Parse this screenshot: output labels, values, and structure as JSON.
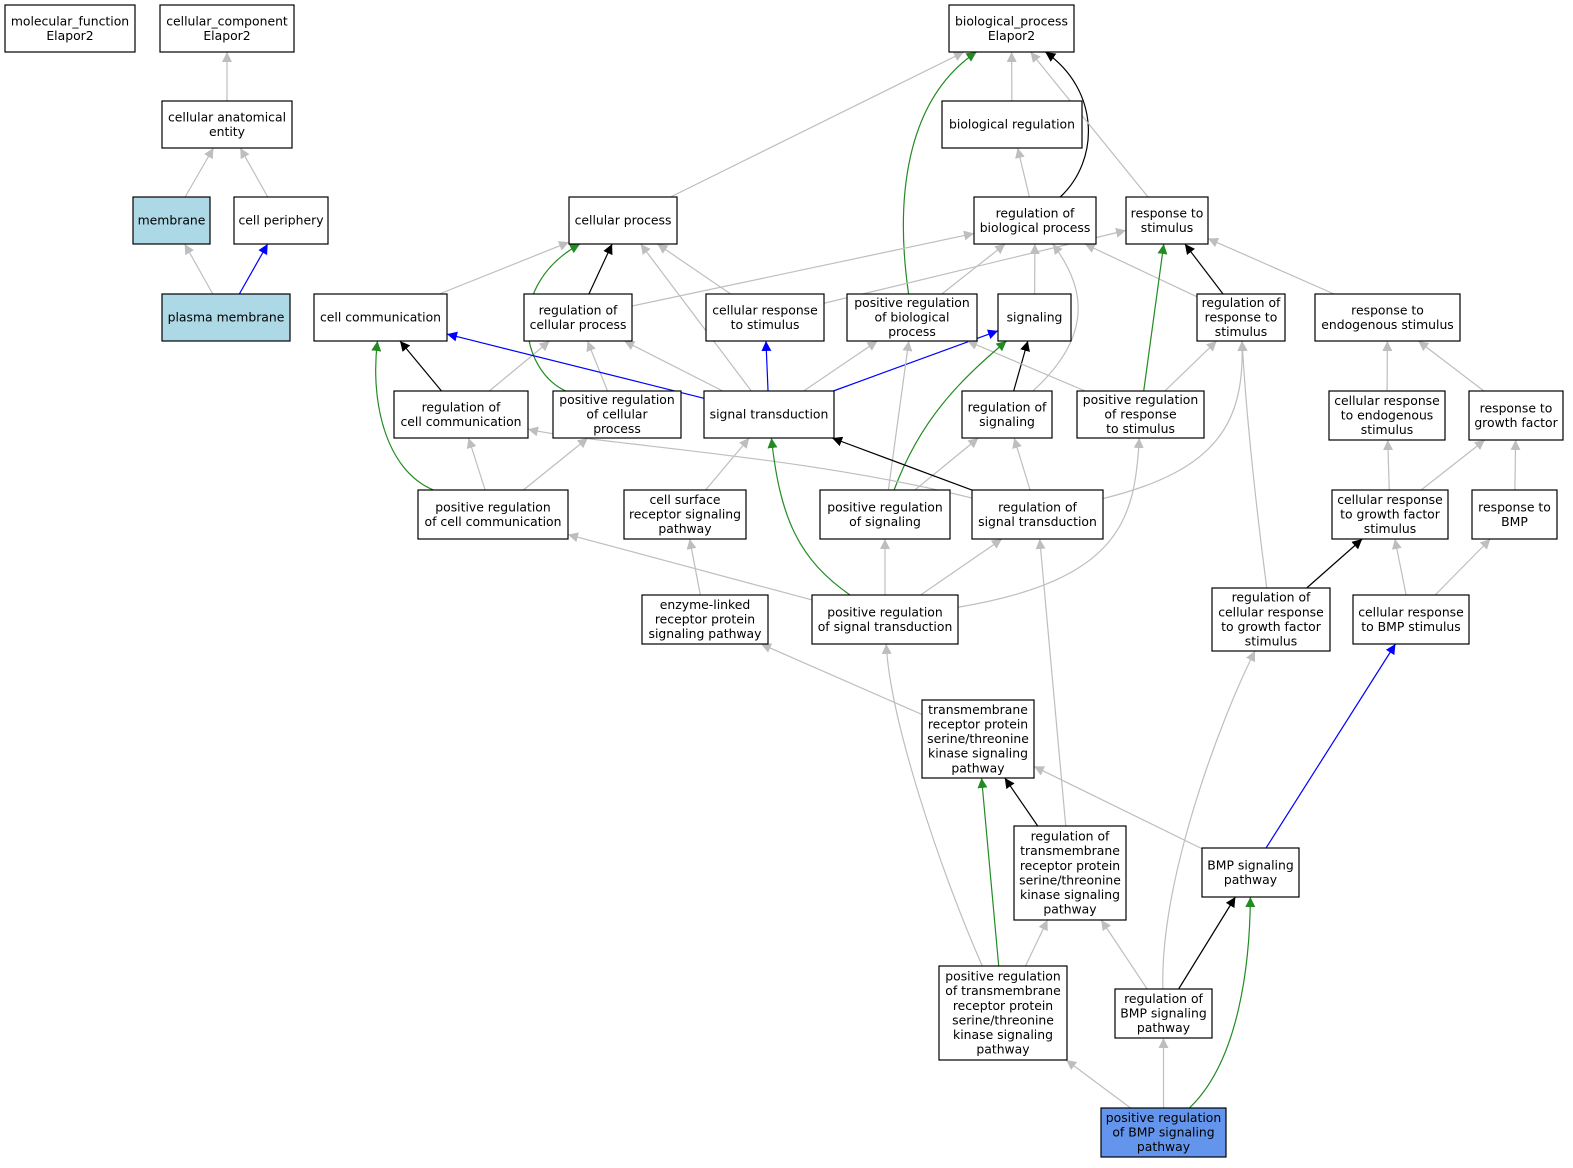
{
  "colors": {
    "default_fill": "#ffffff",
    "annotated_fill": "#add8e6",
    "query_fill": "#6495ed",
    "is_a": "#bebebe",
    "part_of": "#0000ff",
    "regulates": "#000000",
    "positively_regulates": "#228b22"
  },
  "nodes": [
    {
      "id": "mf",
      "lines": [
        "molecular_function",
        "Elapor2"
      ],
      "fill": "default"
    },
    {
      "id": "cc",
      "lines": [
        "cellular_component",
        "Elapor2"
      ],
      "fill": "default"
    },
    {
      "id": "bp",
      "lines": [
        "biological_process",
        "Elapor2"
      ],
      "fill": "default"
    },
    {
      "id": "cae",
      "lines": [
        "cellular anatomical",
        "entity"
      ],
      "fill": "default"
    },
    {
      "id": "breg",
      "lines": [
        "biological regulation"
      ],
      "fill": "default"
    },
    {
      "id": "membrane",
      "lines": [
        "membrane"
      ],
      "fill": "annotated"
    },
    {
      "id": "cellper",
      "lines": [
        "cell periphery"
      ],
      "fill": "default"
    },
    {
      "id": "cellproc",
      "lines": [
        "cellular process"
      ],
      "fill": "default"
    },
    {
      "id": "regbp",
      "lines": [
        "regulation of",
        "biological process"
      ],
      "fill": "default"
    },
    {
      "id": "resp",
      "lines": [
        "response to",
        "stimulus"
      ],
      "fill": "default"
    },
    {
      "id": "pm",
      "lines": [
        "plasma membrane"
      ],
      "fill": "annotated"
    },
    {
      "id": "cellcomm",
      "lines": [
        "cell communication"
      ],
      "fill": "default"
    },
    {
      "id": "regcp",
      "lines": [
        "regulation of",
        "cellular process"
      ],
      "fill": "default"
    },
    {
      "id": "cresp",
      "lines": [
        "cellular response",
        "to stimulus"
      ],
      "fill": "default"
    },
    {
      "id": "posregbp",
      "lines": [
        "positive regulation",
        "of biological",
        "process"
      ],
      "fill": "default"
    },
    {
      "id": "signaling",
      "lines": [
        "signaling"
      ],
      "fill": "default"
    },
    {
      "id": "regresp",
      "lines": [
        "regulation of",
        "response to",
        "stimulus"
      ],
      "fill": "default"
    },
    {
      "id": "endo",
      "lines": [
        "response to",
        "endogenous stimulus"
      ],
      "fill": "default"
    },
    {
      "id": "regcc",
      "lines": [
        "regulation of",
        "cell communication"
      ],
      "fill": "default"
    },
    {
      "id": "posregcp",
      "lines": [
        "positive regulation",
        "of cellular",
        "process"
      ],
      "fill": "default"
    },
    {
      "id": "st",
      "lines": [
        "signal transduction"
      ],
      "fill": "default"
    },
    {
      "id": "regsig",
      "lines": [
        "regulation of",
        "signaling"
      ],
      "fill": "default"
    },
    {
      "id": "posregresp",
      "lines": [
        "positive regulation",
        "of response",
        "to stimulus"
      ],
      "fill": "default"
    },
    {
      "id": "cendo",
      "lines": [
        "cellular response",
        "to endogenous",
        "stimulus"
      ],
      "fill": "default"
    },
    {
      "id": "gf",
      "lines": [
        "response to",
        "growth factor"
      ],
      "fill": "default"
    },
    {
      "id": "posregcc",
      "lines": [
        "positive regulation",
        "of cell communication"
      ],
      "fill": "default"
    },
    {
      "id": "csr",
      "lines": [
        "cell surface",
        "receptor signaling",
        "pathway"
      ],
      "fill": "default"
    },
    {
      "id": "posregsig",
      "lines": [
        "positive regulation",
        "of signaling"
      ],
      "fill": "default"
    },
    {
      "id": "regst",
      "lines": [
        "regulation of",
        "signal transduction"
      ],
      "fill": "default"
    },
    {
      "id": "cgf",
      "lines": [
        "cellular response",
        "to growth factor",
        "stimulus"
      ],
      "fill": "default"
    },
    {
      "id": "bmp",
      "lines": [
        "response to",
        "BMP"
      ],
      "fill": "default"
    },
    {
      "id": "elr",
      "lines": [
        "enzyme-linked",
        "receptor protein",
        "signaling pathway"
      ],
      "fill": "default"
    },
    {
      "id": "posregst",
      "lines": [
        "positive regulation",
        "of signal transduction"
      ],
      "fill": "default"
    },
    {
      "id": "regcgf",
      "lines": [
        "regulation of",
        "cellular response",
        "to growth factor",
        "stimulus"
      ],
      "fill": "default"
    },
    {
      "id": "cbmp",
      "lines": [
        "cellular response",
        "to BMP stimulus"
      ],
      "fill": "default"
    },
    {
      "id": "tmr",
      "lines": [
        "transmembrane",
        "receptor protein",
        "serine/threonine",
        "kinase signaling",
        "pathway"
      ],
      "fill": "default"
    },
    {
      "id": "regtmr",
      "lines": [
        "regulation of",
        "transmembrane",
        "receptor protein",
        "serine/threonine",
        "kinase signaling",
        "pathway"
      ],
      "fill": "default"
    },
    {
      "id": "bmpsp",
      "lines": [
        "BMP signaling",
        "pathway"
      ],
      "fill": "default"
    },
    {
      "id": "posregtmr",
      "lines": [
        "positive regulation",
        "of transmembrane",
        "receptor protein",
        "serine/threonine",
        "kinase signaling",
        "pathway"
      ],
      "fill": "default"
    },
    {
      "id": "regbmp",
      "lines": [
        "regulation of",
        "BMP signaling",
        "pathway"
      ],
      "fill": "default"
    },
    {
      "id": "posregbmp",
      "lines": [
        "positive regulation",
        "of BMP signaling",
        "pathway"
      ],
      "fill": "query"
    }
  ],
  "edges": [
    {
      "from": "cae",
      "to": "cc",
      "type": "is_a"
    },
    {
      "from": "membrane",
      "to": "cae",
      "type": "is_a"
    },
    {
      "from": "cellper",
      "to": "cae",
      "type": "is_a"
    },
    {
      "from": "pm",
      "to": "membrane",
      "type": "is_a"
    },
    {
      "from": "pm",
      "to": "cellper",
      "type": "part_of"
    },
    {
      "from": "breg",
      "to": "bp",
      "type": "is_a"
    },
    {
      "from": "cellproc",
      "to": "bp",
      "type": "is_a"
    },
    {
      "from": "regbp",
      "to": "breg",
      "type": "is_a"
    },
    {
      "from": "regbp",
      "to": "bp",
      "type": "regulates"
    },
    {
      "from": "resp",
      "to": "bp",
      "type": "is_a"
    },
    {
      "from": "posregbp",
      "to": "bp",
      "type": "positively_regulates"
    },
    {
      "from": "cellcomm",
      "to": "cellproc",
      "type": "is_a"
    },
    {
      "from": "regcp",
      "to": "cellproc",
      "type": "regulates"
    },
    {
      "from": "regcp",
      "to": "regbp",
      "type": "is_a"
    },
    {
      "from": "cresp",
      "to": "cellproc",
      "type": "is_a"
    },
    {
      "from": "cresp",
      "to": "resp",
      "type": "is_a"
    },
    {
      "from": "posregbp",
      "to": "regbp",
      "type": "is_a"
    },
    {
      "from": "signaling",
      "to": "regbp",
      "type": "is_a"
    },
    {
      "from": "regresp",
      "to": "regbp",
      "type": "is_a"
    },
    {
      "from": "regresp",
      "to": "resp",
      "type": "regulates"
    },
    {
      "from": "endo",
      "to": "resp",
      "type": "is_a"
    },
    {
      "from": "regcc",
      "to": "cellcomm",
      "type": "regulates"
    },
    {
      "from": "regcc",
      "to": "regcp",
      "type": "is_a"
    },
    {
      "from": "posregcp",
      "to": "regcp",
      "type": "is_a"
    },
    {
      "from": "posregcp",
      "to": "cellproc",
      "type": "positively_regulates"
    },
    {
      "from": "st",
      "to": "cellcomm",
      "type": "part_of"
    },
    {
      "from": "st",
      "to": "cellproc",
      "type": "is_a"
    },
    {
      "from": "st",
      "to": "regcp",
      "type": "is_a"
    },
    {
      "from": "st",
      "to": "cresp",
      "type": "part_of"
    },
    {
      "from": "st",
      "to": "posregbp",
      "type": "is_a"
    },
    {
      "from": "st",
      "to": "signaling",
      "type": "part_of"
    },
    {
      "from": "regsig",
      "to": "signaling",
      "type": "regulates"
    },
    {
      "from": "regsig",
      "to": "regbp",
      "type": "is_a"
    },
    {
      "from": "posregresp",
      "to": "posregbp",
      "type": "is_a"
    },
    {
      "from": "posregresp",
      "to": "regresp",
      "type": "is_a"
    },
    {
      "from": "posregresp",
      "to": "resp",
      "type": "positively_regulates"
    },
    {
      "from": "cendo",
      "to": "endo",
      "type": "is_a"
    },
    {
      "from": "gf",
      "to": "endo",
      "type": "is_a"
    },
    {
      "from": "posregcc",
      "to": "cellcomm",
      "type": "positively_regulates"
    },
    {
      "from": "posregcc",
      "to": "regcc",
      "type": "is_a"
    },
    {
      "from": "posregcc",
      "to": "posregcp",
      "type": "is_a"
    },
    {
      "from": "csr",
      "to": "st",
      "type": "is_a"
    },
    {
      "from": "posregsig",
      "to": "posregbp",
      "type": "is_a"
    },
    {
      "from": "posregsig",
      "to": "regsig",
      "type": "is_a"
    },
    {
      "from": "posregsig",
      "to": "signaling",
      "type": "positively_regulates"
    },
    {
      "from": "regst",
      "to": "st",
      "type": "regulates"
    },
    {
      "from": "regst",
      "to": "regsig",
      "type": "is_a"
    },
    {
      "from": "regst",
      "to": "regcc",
      "type": "is_a"
    },
    {
      "from": "regst",
      "to": "regresp",
      "type": "is_a"
    },
    {
      "from": "cgf",
      "to": "cendo",
      "type": "is_a"
    },
    {
      "from": "cgf",
      "to": "gf",
      "type": "is_a"
    },
    {
      "from": "bmp",
      "to": "gf",
      "type": "is_a"
    },
    {
      "from": "elr",
      "to": "csr",
      "type": "is_a"
    },
    {
      "from": "posregst",
      "to": "st",
      "type": "positively_regulates"
    },
    {
      "from": "posregst",
      "to": "posregsig",
      "type": "is_a"
    },
    {
      "from": "posregst",
      "to": "regst",
      "type": "is_a"
    },
    {
      "from": "posregst",
      "to": "posregcc",
      "type": "is_a"
    },
    {
      "from": "posregst",
      "to": "posregresp",
      "type": "is_a"
    },
    {
      "from": "regcgf",
      "to": "cgf",
      "type": "regulates"
    },
    {
      "from": "regcgf",
      "to": "regresp",
      "type": "is_a"
    },
    {
      "from": "cbmp",
      "to": "cgf",
      "type": "is_a"
    },
    {
      "from": "cbmp",
      "to": "bmp",
      "type": "is_a"
    },
    {
      "from": "tmr",
      "to": "elr",
      "type": "is_a"
    },
    {
      "from": "regtmr",
      "to": "tmr",
      "type": "regulates"
    },
    {
      "from": "regtmr",
      "to": "regst",
      "type": "is_a"
    },
    {
      "from": "bmpsp",
      "to": "tmr",
      "type": "is_a"
    },
    {
      "from": "bmpsp",
      "to": "cbmp",
      "type": "part_of"
    },
    {
      "from": "posregtmr",
      "to": "tmr",
      "type": "positively_regulates"
    },
    {
      "from": "posregtmr",
      "to": "regtmr",
      "type": "is_a"
    },
    {
      "from": "posregtmr",
      "to": "posregst",
      "type": "is_a"
    },
    {
      "from": "regbmp",
      "to": "bmpsp",
      "type": "regulates"
    },
    {
      "from": "regbmp",
      "to": "regtmr",
      "type": "is_a"
    },
    {
      "from": "regbmp",
      "to": "regcgf",
      "type": "is_a"
    },
    {
      "from": "posregbmp",
      "to": "bmpsp",
      "type": "positively_regulates"
    },
    {
      "from": "posregbmp",
      "to": "regbmp",
      "type": "is_a"
    },
    {
      "from": "posregbmp",
      "to": "posregtmr",
      "type": "is_a"
    }
  ]
}
